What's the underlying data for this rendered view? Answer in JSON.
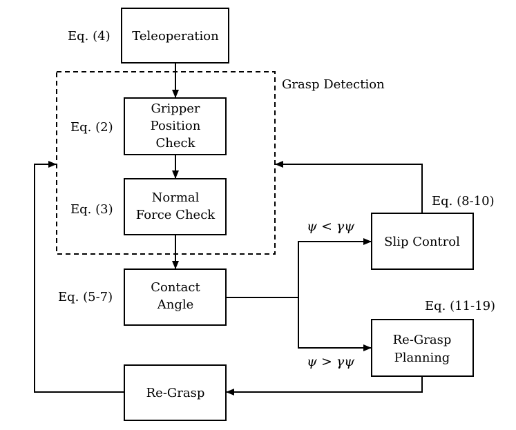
{
  "group": {
    "label": "Grasp Detection"
  },
  "nodes": {
    "teleoperation": {
      "lines": [
        "Teleoperation"
      ],
      "equation": "Eq. (4)"
    },
    "gripper_check": {
      "lines": [
        "Gripper",
        "Position",
        "Check"
      ],
      "equation": "Eq. (2)"
    },
    "normal_force": {
      "lines": [
        "Normal",
        "Force Check"
      ],
      "equation": "Eq. (3)"
    },
    "contact_angle": {
      "lines": [
        "Contact",
        "Angle"
      ],
      "equation": "Eq. (5-7)"
    },
    "slip_control": {
      "lines": [
        "Slip Control"
      ],
      "equation": "Eq. (8-10)"
    },
    "regrasp_planning": {
      "lines": [
        "Re-Grasp",
        "Planning"
      ],
      "equation": "Eq. (11-19)"
    },
    "regrasp": {
      "lines": [
        "Re-Grasp"
      ]
    }
  },
  "conditions": {
    "less": "ψ < γψ",
    "greater": "ψ > γψ"
  }
}
